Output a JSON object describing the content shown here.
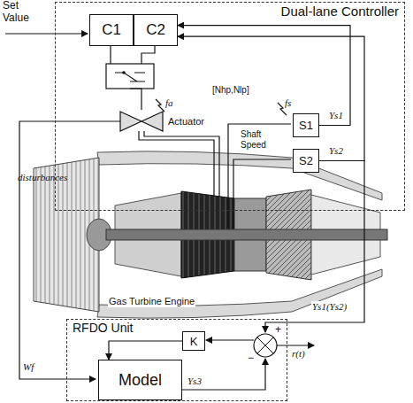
{
  "diagram": {
    "nodes": [
      {
        "text": [
          "Dual-lane Controller"
        ]
      },
      {
        "text": [
          "C1"
        ],
        "in": 0
      },
      {
        "text": [
          "C2"
        ],
        "in": 0
      },
      {
        "text": [
          "S1"
        ],
        "in": 0
      },
      {
        "text": [
          "S2"
        ],
        "in": 0
      },
      {
        "text": [
          "RFDO Unit"
        ]
      },
      {
        "text": [
          "K"
        ],
        "in": 5
      },
      {
        "text": [
          "Model"
        ],
        "in": 5
      }
    ],
    "edges": [
      {
        "from": 3,
        "to": 2,
        "arrow": "to"
      },
      {
        "from": 4,
        "to": 2,
        "arrow": "to"
      },
      {
        "from": 6,
        "to": 7,
        "arrow": "to"
      }
    ],
    "labels": [
      "Set Value",
      "fa",
      "Actuator",
      "[Nhp,Nlp]",
      "fs",
      "Ys1",
      "Shaft Speed",
      "Ys2",
      "disturbances",
      "Gas Turbine Engine",
      "Ys1(Ys2)",
      "+",
      "−",
      "r(t)",
      "Wf",
      "Ys3"
    ]
  }
}
